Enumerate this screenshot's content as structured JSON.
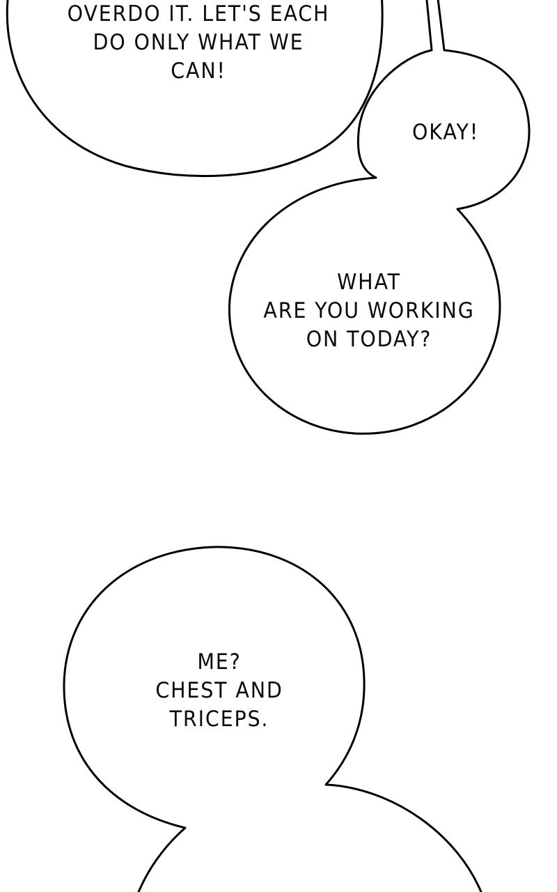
{
  "colors": {
    "background": "#ffffff",
    "outline": "#000000",
    "text": "#0a0a0a"
  },
  "bubbles": [
    {
      "id": "bubble-1",
      "text": "OVERDO IT. LET'S EACH\nDO ONLY WHAT WE\nCAN!"
    },
    {
      "id": "bubble-2",
      "text": "OKAY!"
    },
    {
      "id": "bubble-3",
      "text": "WHAT\nARE YOU WORKING\nON TODAY?"
    },
    {
      "id": "bubble-4",
      "text": "ME?\nCHEST AND\nTRICEPS."
    }
  ]
}
